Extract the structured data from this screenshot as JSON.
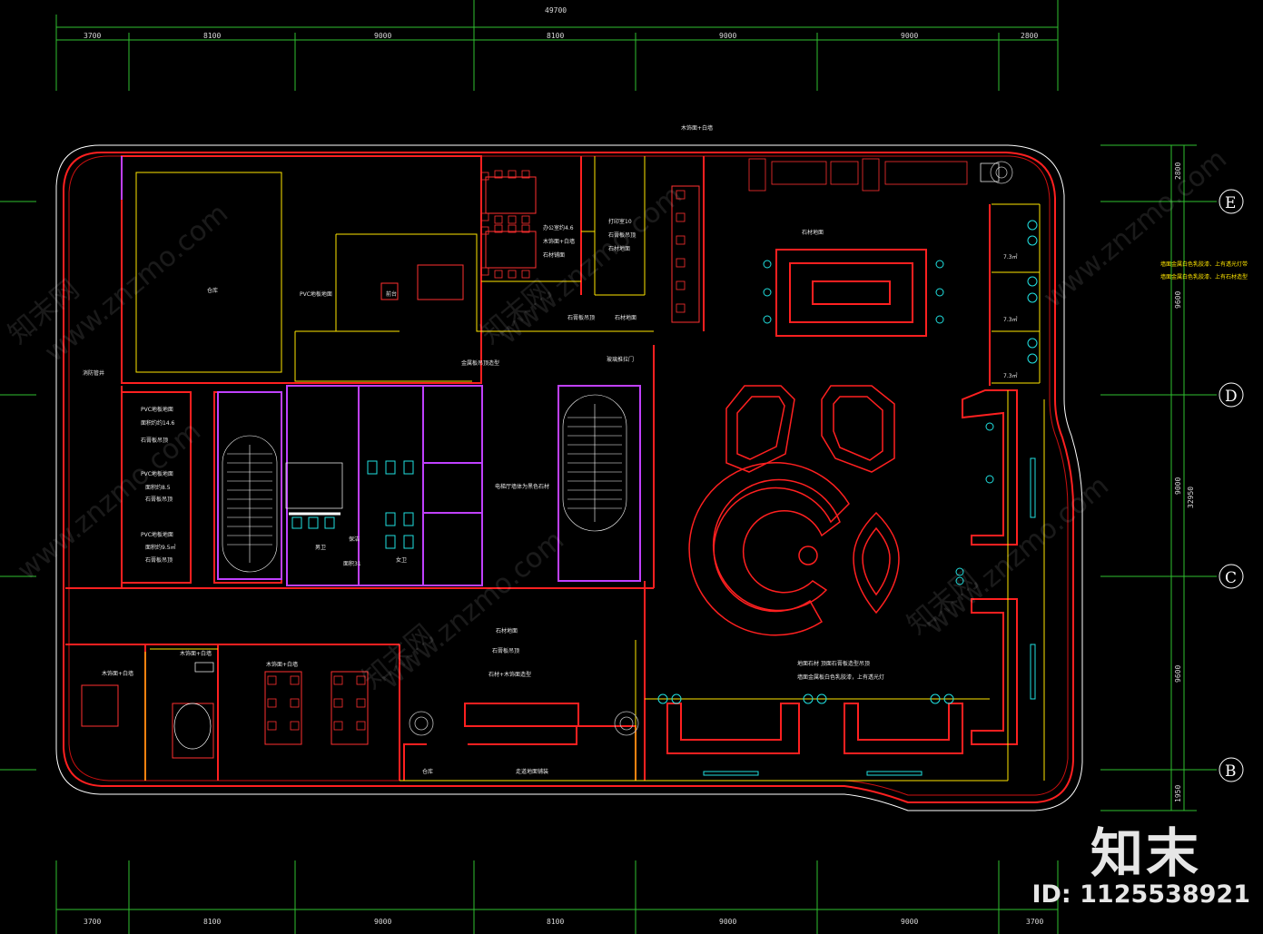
{
  "drawing": {
    "dims_top": {
      "total": "49700",
      "segments": [
        "3700",
        "8100",
        "9000",
        "8100",
        "9000",
        "9000",
        "2800"
      ]
    },
    "dims_bottom": {
      "segments": [
        "3700",
        "8100",
        "9000",
        "8100",
        "9000",
        "9000",
        "3700"
      ]
    },
    "dims_right": {
      "total": "32950",
      "segments": [
        "2800",
        "9600",
        "9000",
        "9600",
        "1950"
      ]
    },
    "axes": [
      "E",
      "D",
      "C",
      "B"
    ],
    "rooms": {
      "top_corridor": "木饰面+白墙",
      "warehouse": "仓库",
      "pvc_floor": "PVC地板地面",
      "office_area": "办公室约4.6",
      "office_wall": "木饰面+白墙",
      "stone_wall": "石材铺面",
      "print_room": "打印室10",
      "stone_ceiling": "石膏板吊顶",
      "stone_floor": "石材地面",
      "reception": "前台",
      "stone_grey_ceiling": "石膏板吊顶",
      "stone_hall": "石材地面",
      "metal_ceiling": "金属板吊顶造型",
      "glass_door": "玻璃推拉门",
      "fire_pipe": "消防管井",
      "pvc_room1": "PVC地板地面",
      "pvc_room1_area": "面积约约14.6",
      "pvc_room1_ceiling": "石膏板吊顶",
      "pvc_room2": "PVC地板地面",
      "pvc_room2_area": "面积约8.5",
      "pvc_room2_ceiling": "石膏板吊顶",
      "pvc_room3": "PVC地板地面",
      "pvc_room3_area": "面积约9.5㎡",
      "pvc_room3_ceiling": "石膏板吊顶",
      "men_wc": "男卫",
      "women_wc": "女卫",
      "clean": "保洁",
      "room_area": "面积31",
      "elevator_hall": "电梯厅墙体为黑色石材",
      "hall_floor": "石材地面",
      "hall_ceiling": "石膏板吊顶",
      "hall_wall": "石材+木饰面造型",
      "wood_wall_left": "木饰面+白墙",
      "wood_wall_mid": "木饰面+白墙",
      "wood_wall_meeting": "木饰面+白墙",
      "storage": "仓库",
      "corridor_bottom": "走道地面铺装",
      "right_floor": "地面石材  顶面石膏板造型吊顶",
      "right_wall": "墙面金属板白色乳胶漆，上有透光灯",
      "area1": "7.3㎡",
      "area2": "7.3㎡",
      "area3": "7.3㎡"
    },
    "notes": [
      "墙面金属白色乳胶漆、上有透光灯带",
      "墙面金属白色乳胶漆、上有石材造型"
    ]
  },
  "watermark": "www.znzmo.com",
  "watermark_cn": "知末网",
  "brand": {
    "logo": "知末",
    "id": "ID: 1125538921"
  }
}
